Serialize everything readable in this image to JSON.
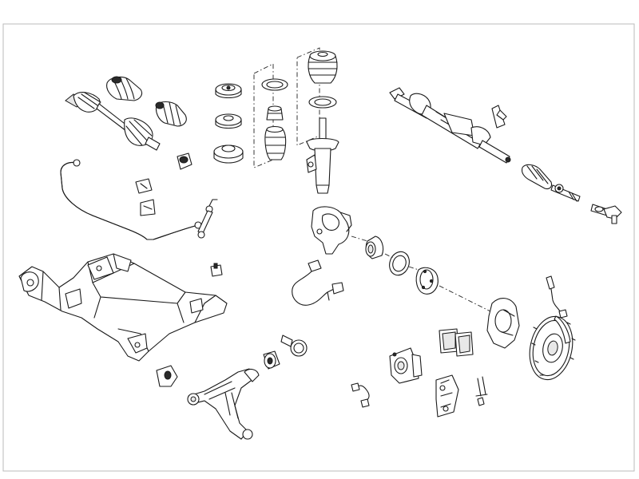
{
  "diagram": {
    "parts": [
      {
        "id": "drive-shaft",
        "icon": "drive-shaft-icon"
      },
      {
        "id": "cv-boot-outer",
        "icon": "cv-boot-icon"
      },
      {
        "id": "cv-boot-inner",
        "icon": "cv-boot-icon"
      },
      {
        "id": "driveshaft-bushing",
        "icon": "bushing-icon"
      },
      {
        "id": "strut-mount-top",
        "icon": "strut-mount-icon"
      },
      {
        "id": "strut-bearing",
        "icon": "bearing-icon"
      },
      {
        "id": "strut-mount-lower",
        "icon": "strut-mount-icon"
      },
      {
        "id": "spring-seat-ring",
        "icon": "ring-icon"
      },
      {
        "id": "bump-stop",
        "icon": "bump-stop-icon"
      },
      {
        "id": "dust-boot",
        "icon": "boot-icon"
      },
      {
        "id": "strut-boot",
        "icon": "boot-icon"
      },
      {
        "id": "spring-seat",
        "icon": "ring-icon"
      },
      {
        "id": "shock-absorber",
        "icon": "shock-absorber-icon"
      },
      {
        "id": "steering-rack",
        "icon": "steering-rack-icon"
      },
      {
        "id": "rack-boot",
        "icon": "boot-icon"
      },
      {
        "id": "inner-tie-rod",
        "icon": "tie-rod-icon"
      },
      {
        "id": "tie-rod-end",
        "icon": "tie-rod-end-icon"
      },
      {
        "id": "stabilizer-bar",
        "icon": "stabilizer-bar-icon"
      },
      {
        "id": "stabilizer-bushing",
        "icon": "bushing-icon"
      },
      {
        "id": "stabilizer-link",
        "icon": "link-icon"
      },
      {
        "id": "steering-knuckle",
        "icon": "knuckle-icon"
      },
      {
        "id": "wheel-bearing",
        "icon": "bearing-icon"
      },
      {
        "id": "seal-ring",
        "icon": "ring-icon"
      },
      {
        "id": "wheel-hub",
        "icon": "hub-icon"
      },
      {
        "id": "abs-sensor",
        "icon": "sensor-icon"
      },
      {
        "id": "subframe",
        "icon": "subframe-icon"
      },
      {
        "id": "subframe-clip",
        "icon": "clip-icon"
      },
      {
        "id": "control-arm",
        "icon": "control-arm-icon"
      },
      {
        "id": "control-arm-bushing",
        "icon": "bushing-icon"
      },
      {
        "id": "bushing-clamp",
        "icon": "clamp-icon"
      },
      {
        "id": "arm-bushing-bracket",
        "icon": "bracket-icon"
      },
      {
        "id": "brake-pads",
        "icon": "brake-pads-icon"
      },
      {
        "id": "brake-caliper",
        "icon": "brake-caliper-icon"
      },
      {
        "id": "caliper-bracket",
        "icon": "bracket-icon"
      },
      {
        "id": "pad-wear-sensor",
        "icon": "sensor-icon"
      },
      {
        "id": "pad-clips",
        "icon": "clip-icon"
      },
      {
        "id": "brake-hose",
        "icon": "brake-hose-icon"
      },
      {
        "id": "splash-shield",
        "icon": "splash-shield-icon"
      },
      {
        "id": "brake-disc",
        "icon": "brake-disc-icon"
      }
    ]
  }
}
